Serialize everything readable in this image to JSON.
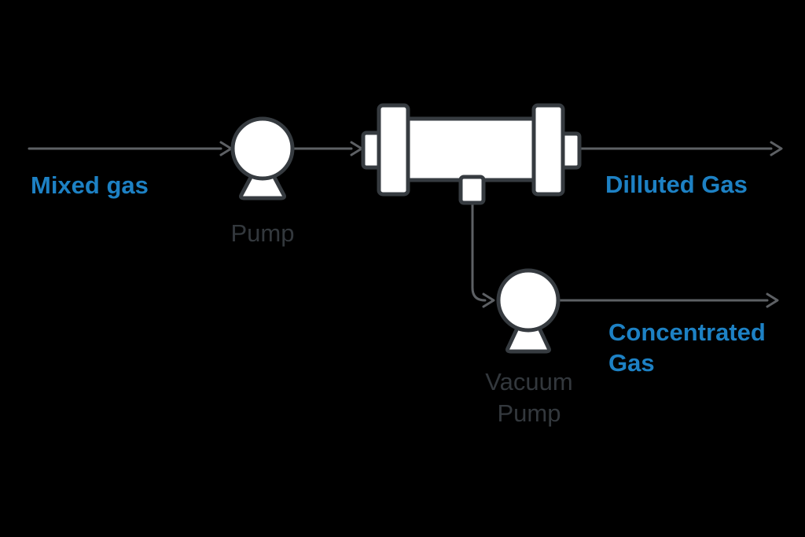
{
  "diagram": {
    "labels": {
      "mixed_gas": "Mixed gas",
      "pump": "Pump",
      "dilluted_gas": "Dilluted Gas",
      "concentrated_gas": "Concentrated Gas",
      "vacuum_pump": "Vacuum Pump"
    },
    "colors": {
      "background": "#000000",
      "stream_label": "#1d81c4",
      "equipment_label": "#33383d",
      "line": "#5d6064",
      "outline": "#363b40",
      "fill": "#ffffff"
    },
    "icons": {
      "pump": "pump-icon",
      "vacuum_pump": "vacuum-pump-icon",
      "membrane_module": "membrane-module-icon",
      "arrows": "flow-arrow-icon"
    },
    "flows": [
      {
        "from": "Mixed gas",
        "to": "Pump"
      },
      {
        "from": "Pump",
        "to": "Membrane module"
      },
      {
        "from": "Membrane module",
        "to": "Dilluted Gas"
      },
      {
        "from": "Membrane module (permeate)",
        "to": "Vacuum Pump"
      },
      {
        "from": "Vacuum Pump",
        "to": "Concentrated Gas"
      }
    ]
  }
}
